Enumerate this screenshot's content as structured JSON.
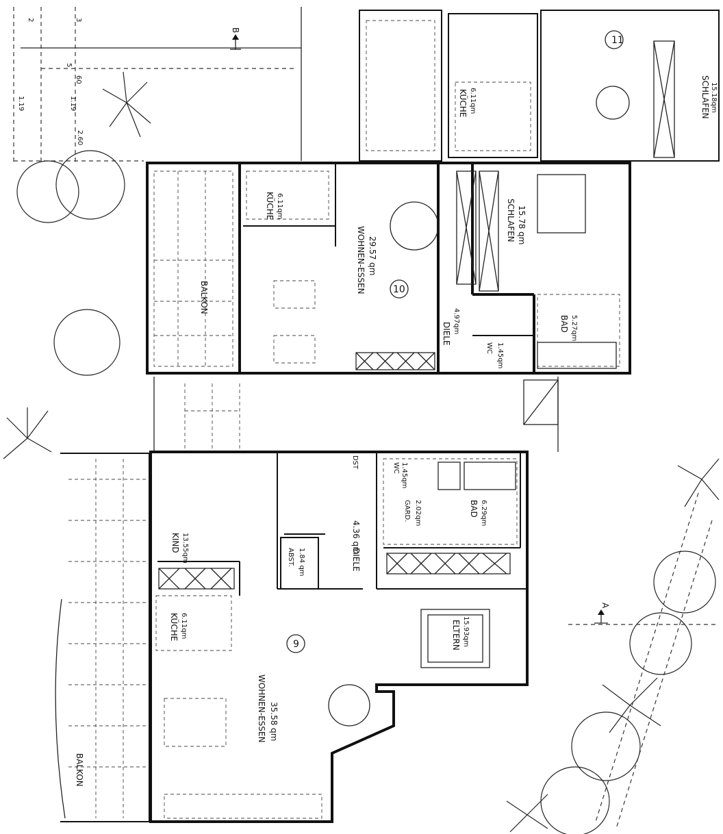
{
  "apartments": {
    "upper": {
      "number": "10",
      "rooms": {
        "wohnen_essen": {
          "name": "WOHNEN-ESSEN",
          "area": "29.57 qm"
        },
        "kueche": {
          "name": "KÜCHE",
          "area": "6.11qm"
        },
        "schlafen": {
          "name": "SCHLAFEN",
          "area": "15.78 qm"
        },
        "diele": {
          "name": "DIELE",
          "area": "4.97qm"
        },
        "bad": {
          "name": "BAD",
          "area": "5.27qm"
        },
        "wc": {
          "name": "WC",
          "area": "1.45qm"
        },
        "balkon": {
          "name": "BALKON"
        }
      }
    },
    "lower": {
      "number": "9",
      "rooms": {
        "wohnen_essen": {
          "name": "WOHNEN-ESSEN",
          "area": "35.58 qm"
        },
        "kueche": {
          "name": "KÜCHE",
          "area": "6.11qm"
        },
        "kind": {
          "name": "KIND",
          "area": "13.55qm"
        },
        "abst": {
          "name": "ABST.",
          "area": "1.84 qm"
        },
        "diele": {
          "name": "DIELE",
          "area": "4.36 qm"
        },
        "garderobe": {
          "name": "GARD.",
          "area": "2.02qm"
        },
        "bad": {
          "name": "BAD",
          "area": "6.29qm"
        },
        "wc": {
          "name": "WC",
          "area": "1.45qm"
        },
        "eltern": {
          "name": "ELTERN",
          "area": "15.93qm"
        },
        "balkon": {
          "name": "BALKON"
        }
      }
    },
    "neighbor": {
      "number": "11",
      "rooms": {
        "kueche": {
          "name": "KÜCHE",
          "area": "6.11qm"
        },
        "schlafen": {
          "name": "SCHLAFEN",
          "area": "15.18qm"
        }
      }
    }
  },
  "section_marks": {
    "a": "A",
    "b": "B"
  },
  "dimensions": {
    "d1": "1.19",
    "d2": "2.60",
    "d3": "1.19",
    "d4": "60",
    "d5": "2",
    "d6": "3",
    "d7": "5"
  },
  "markers": {
    "dst": "DST"
  }
}
